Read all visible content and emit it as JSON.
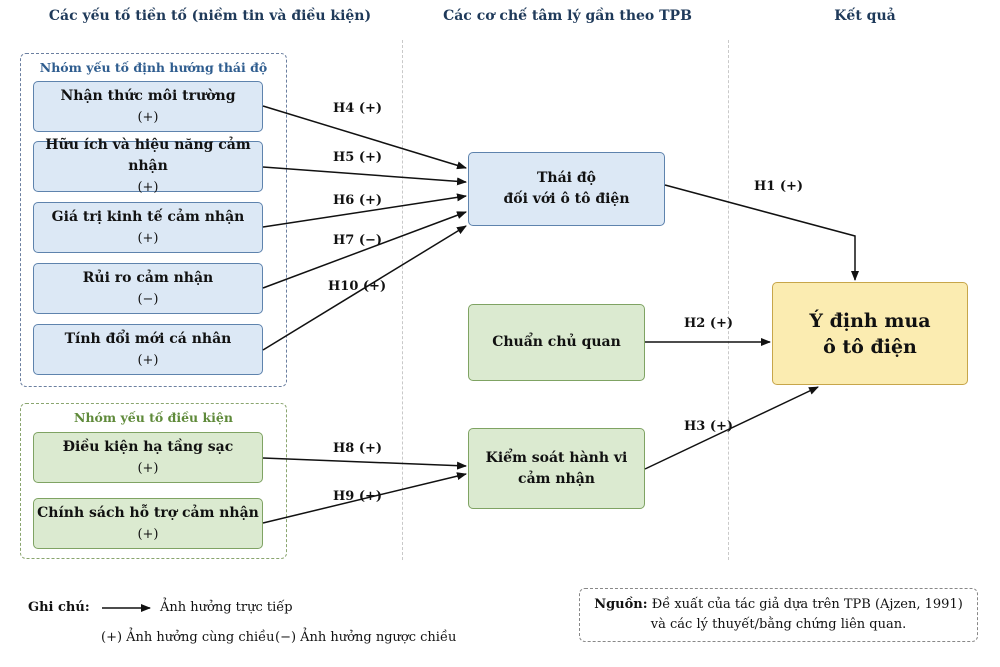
{
  "columns": {
    "antecedents": "Các yếu tố tiền tố (niềm tin và điều kiện)",
    "mechanisms": "Các cơ chế tâm lý gần theo TPB",
    "outcome": "Kết quả"
  },
  "groups": {
    "attitude": "Nhóm yếu tố định hướng thái độ",
    "conditions": "Nhóm yếu tố điều kiện"
  },
  "factors": {
    "env": {
      "label": "Nhận thức môi trường",
      "sign": "(+)"
    },
    "useful": {
      "label": "Hữu ích và hiệu năng cảm nhận",
      "sign": "(+)"
    },
    "econ": {
      "label": "Giá trị kinh tế cảm nhận",
      "sign": "(+)"
    },
    "risk": {
      "label": "Rủi ro cảm nhận",
      "sign": "(−)"
    },
    "innov": {
      "label": "Tính đổi mới cá nhân",
      "sign": "(+)"
    },
    "infra": {
      "label": "Điều kiện hạ tầng sạc",
      "sign": "(+)"
    },
    "policy": {
      "label": "Chính sách hỗ trợ cảm nhận",
      "sign": "(+)"
    }
  },
  "mechanisms": {
    "attitude": {
      "line1": "Thái độ",
      "line2": "đối với ô tô điện"
    },
    "norm": "Chuẩn chủ quan",
    "control": {
      "line1": "Kiểm soát hành vi",
      "line2": "cảm nhận"
    }
  },
  "outcome": {
    "line1": "Ý định mua",
    "line2": "ô tô điện"
  },
  "hypotheses": {
    "h4": "H4 (+)",
    "h5": "H5 (+)",
    "h6": "H6 (+)",
    "h7": "H7 (−)",
    "h10": "H10 (+)",
    "h8": "H8 (+)",
    "h9": "H9 (+)",
    "h1": "H1 (+)",
    "h2": "H2 (+)",
    "h3": "H3 (+)"
  },
  "legend": {
    "title": "Ghi chú:",
    "direct": "Ảnh hưởng trực tiếp",
    "positive": "(+) Ảnh hưởng cùng chiều",
    "negative": "(−) Ảnh hưởng ngược chiều"
  },
  "source": {
    "label": "Nguồn:",
    "line1": "Đề xuất của tác giả dựa trên TPB (Ajzen, 1991)",
    "line2": "và các lý thuyết/bằng chứng liên quan."
  },
  "colors": {
    "blue_fill": "#dce8f5",
    "green_fill": "#dbead0",
    "yellow_fill": "#fbecb1",
    "arrow": "#111111"
  }
}
